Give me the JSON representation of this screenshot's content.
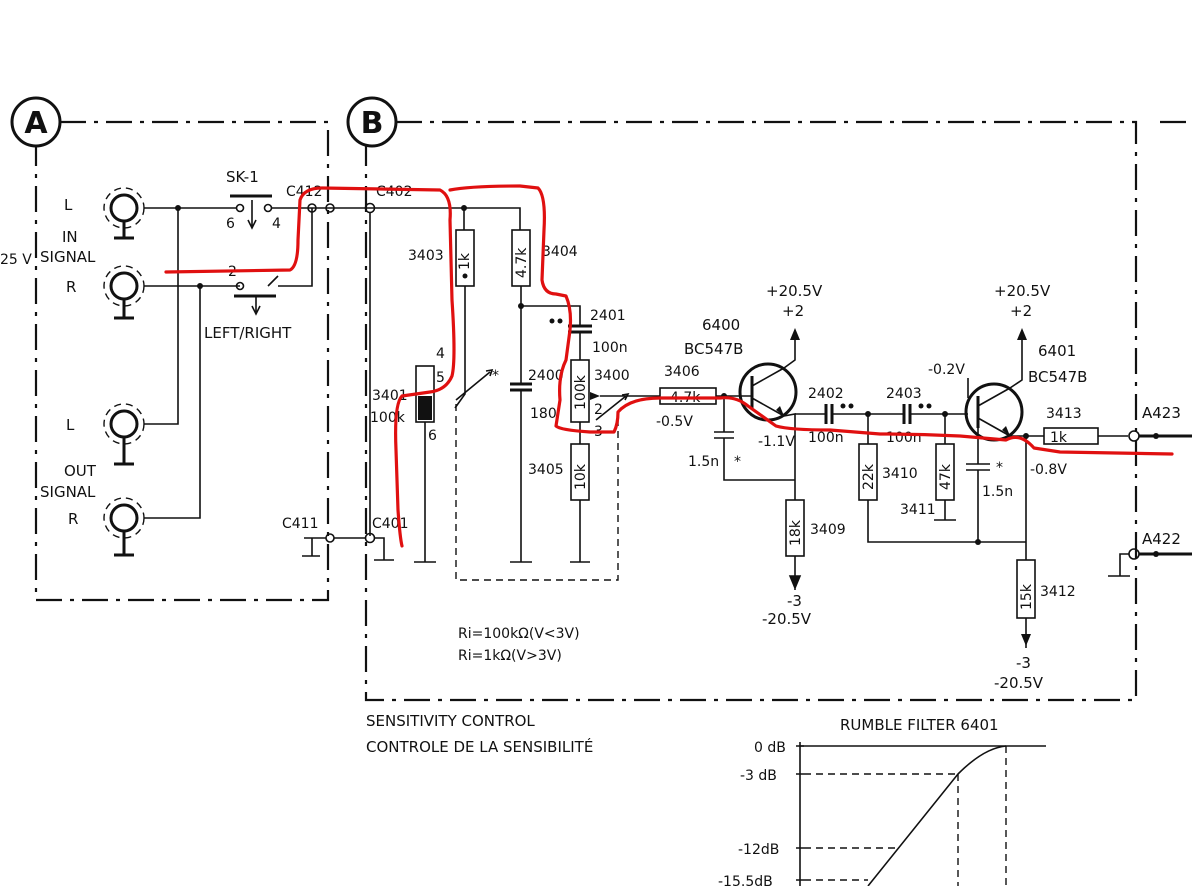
{
  "blocks": {
    "a_label": "A",
    "b_label": "B"
  },
  "inputs": {
    "in_l": "L",
    "in_label_1": "IN",
    "in_label_2": "SIGNAL",
    "in_r": "R",
    "out_l": "L",
    "out_label_1": "OUT",
    "out_label_2": "SIGNAL",
    "out_r": "R",
    "side_voltage": "25 V"
  },
  "switch": {
    "name": "SK-1",
    "pin6": "6",
    "pin4": "4",
    "pin2": "2",
    "caption": "LEFT/RIGHT"
  },
  "connectors": {
    "c412": "C412",
    "c402": "C402",
    "c411": "C411",
    "c401": "C401",
    "a423": "A423",
    "a422": "A422"
  },
  "components": {
    "r3403": "3403",
    "r3403_val": "1k",
    "r3404": "3404",
    "r3404_val": "4.7k",
    "c2401": "2401",
    "c2401_val": "100n",
    "sw_pin4": "4",
    "sw_pin5": "5",
    "sw_pin6": "6",
    "r3401": "3401",
    "r3401_val": "100k",
    "c2400": "2400",
    "c2400_val": "180",
    "pot3400": "3400",
    "pot3400_val": "100k",
    "pot_pin2": "2",
    "pot_pin3": "3",
    "r3405": "3405",
    "r3405_val": "10k",
    "t6400": "6400",
    "t6400_type": "BC547B",
    "r3406": "3406",
    "r3406_val": "4.7k",
    "v_base1": "-0.5V",
    "c_15n_1": "1.5n",
    "v_emit1": "-1.1V",
    "vcc1_a": "+20.5V",
    "vcc1_b": "+2",
    "c2402": "2402",
    "c2402_val": "100n",
    "c2403": "2403",
    "c2403_val": "100n",
    "r3410": "3410",
    "r3410_val": "22k",
    "r3411": "3411",
    "r3411_val": "47k",
    "c_15n_2": "1.5n",
    "v_base2": "-0.2V",
    "vcc2_a": "+20.5V",
    "vcc2_b": "+2",
    "t6401": "6401",
    "t6401_type": "BC547B",
    "r3413": "3413",
    "r3413_val": "1k",
    "v_out": "-0.8V",
    "r3409": "3409",
    "r3409_val": "18k",
    "vee1_a": "-3",
    "vee1_b": "-20.5V",
    "r3412": "3412",
    "r3412_val": "15k",
    "vee2_a": "-3",
    "vee2_b": "-20.5V",
    "star": "*"
  },
  "notes": {
    "ri_1": "Ri=100kΩ(V<3V)",
    "ri_2": "Ri=1kΩ(V>3V)",
    "caption_en": "SENSITIVITY CONTROL",
    "caption_fr": "CONTROLE DE LA SENSIBILITÉ"
  },
  "rumble": {
    "title": "RUMBLE FILTER 6401",
    "y_labels": [
      "0 dB",
      "-3 dB",
      "-12dB",
      "-15.5dB"
    ]
  },
  "colors": {
    "annotation": "#e01010",
    "ink": "#111111"
  }
}
